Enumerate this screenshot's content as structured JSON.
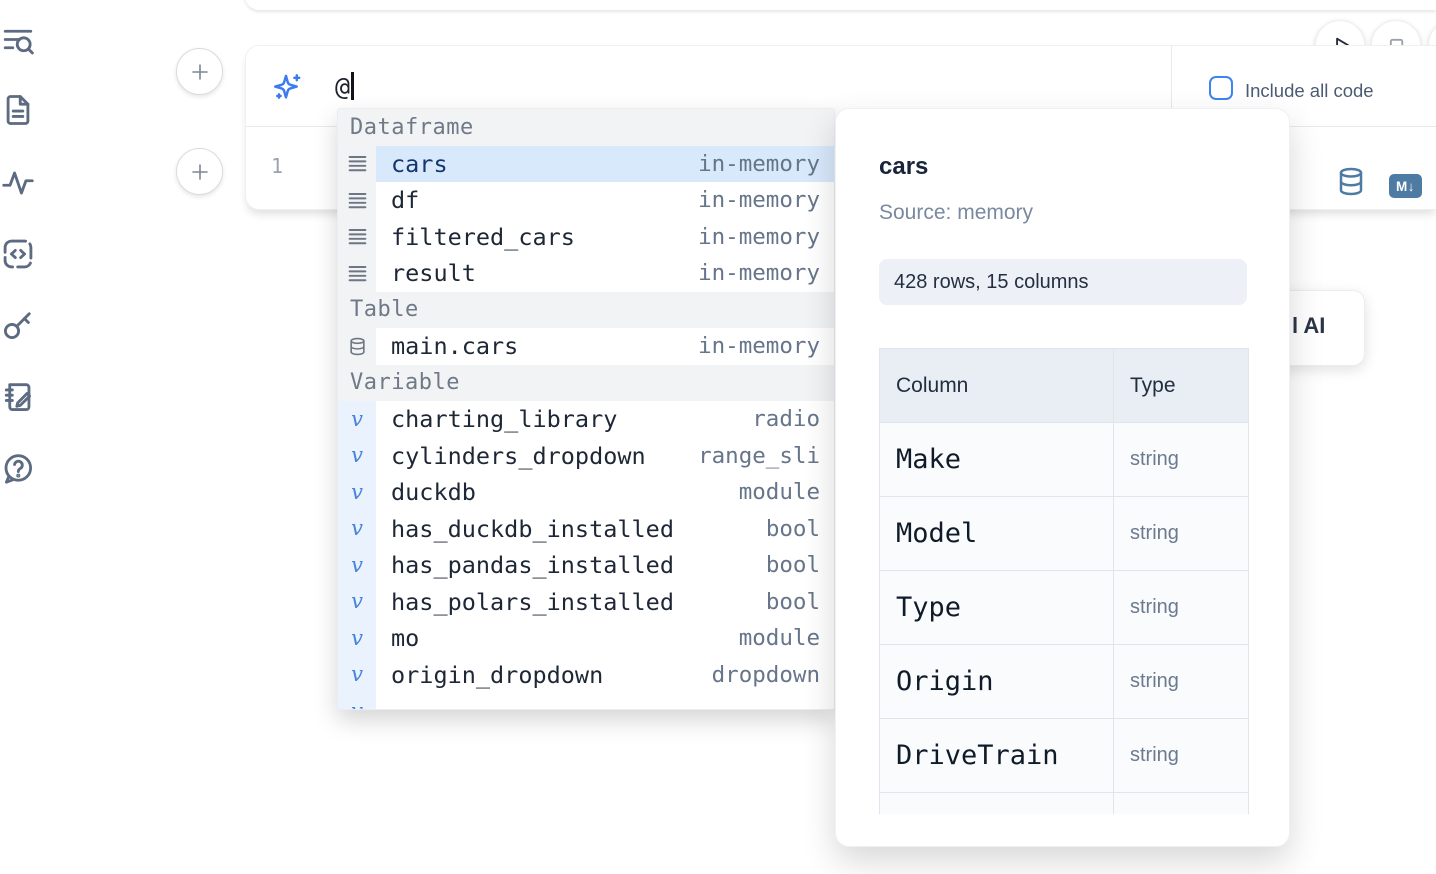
{
  "colors": {
    "accent_blue": "#3f83f0",
    "selected_row_bg": "#d8e9fb",
    "selected_row_text": "#14366e",
    "section_header_bg": "#f1f3f5",
    "variable_icon_strip_bg": "#e9f2fd",
    "type_text": "#67758b",
    "markdown_badge_bg": "#4e7ba3",
    "database_icon_blue": "#4e7ba3",
    "shape_badge_bg": "#edf1f7",
    "table_header_bg": "#e9eef5"
  },
  "sidebar": {
    "items": [
      {
        "icon": "outline-search-icon"
      },
      {
        "icon": "document-icon"
      },
      {
        "icon": "activity-icon"
      },
      {
        "icon": "snippets-icon"
      },
      {
        "icon": "key-icon"
      },
      {
        "icon": "scratchpad-icon"
      },
      {
        "icon": "help-chat-icon"
      }
    ]
  },
  "toolbar": {
    "run_icon": "play-icon",
    "stop_icon": "stop-icon"
  },
  "ai_cell": {
    "prompt_value": "@",
    "include_all_code": {
      "label": "Include all code",
      "checked": false
    },
    "code_line_number": "1",
    "markdown_badge_text": "M↓"
  },
  "completion_menu": {
    "sections": [
      {
        "label": "Dataframe",
        "items": [
          {
            "name": "cars",
            "type": "in-memory",
            "icon": "dataframe-rows-icon",
            "selected": true
          },
          {
            "name": "df",
            "type": "in-memory",
            "icon": "dataframe-rows-icon",
            "selected": false
          },
          {
            "name": "filtered_cars",
            "type": "in-memory",
            "icon": "dataframe-rows-icon",
            "selected": false
          },
          {
            "name": "result",
            "type": "in-memory",
            "icon": "dataframe-rows-icon",
            "selected": false
          }
        ]
      },
      {
        "label": "Table",
        "items": [
          {
            "name": "main.cars",
            "type": "in-memory",
            "icon": "database-icon",
            "selected": false
          }
        ]
      },
      {
        "label": "Variable",
        "items": [
          {
            "name": "charting_library",
            "type": "radio",
            "icon": "variable-v-icon"
          },
          {
            "name": "cylinders_dropdown",
            "type": "range_sli",
            "icon": "variable-v-icon"
          },
          {
            "name": "duckdb",
            "type": "module",
            "icon": "variable-v-icon"
          },
          {
            "name": "has_duckdb_installed",
            "type": "bool",
            "icon": "variable-v-icon"
          },
          {
            "name": "has_pandas_installed",
            "type": "bool",
            "icon": "variable-v-icon"
          },
          {
            "name": "has_polars_installed",
            "type": "bool",
            "icon": "variable-v-icon"
          },
          {
            "name": "mo",
            "type": "module",
            "icon": "variable-v-icon"
          },
          {
            "name": "origin_dropdown",
            "type": "dropdown",
            "icon": "variable-v-icon"
          }
        ],
        "last_item_clipped": true
      }
    ],
    "variable_glyph": "v"
  },
  "preview_panel": {
    "title": "cars",
    "source_label": "Source: memory",
    "shape_badge": "428 rows, 15 columns",
    "schema_table": {
      "headers": [
        "Column",
        "Type"
      ],
      "rows": [
        [
          "Make",
          "string"
        ],
        [
          "Model",
          "string"
        ],
        [
          "Type",
          "string"
        ],
        [
          "Origin",
          "string"
        ],
        [
          "DriveTrain",
          "string"
        ]
      ],
      "more_rows_clipped": true
    }
  },
  "ai_card": {
    "visible_text": "l AI"
  }
}
